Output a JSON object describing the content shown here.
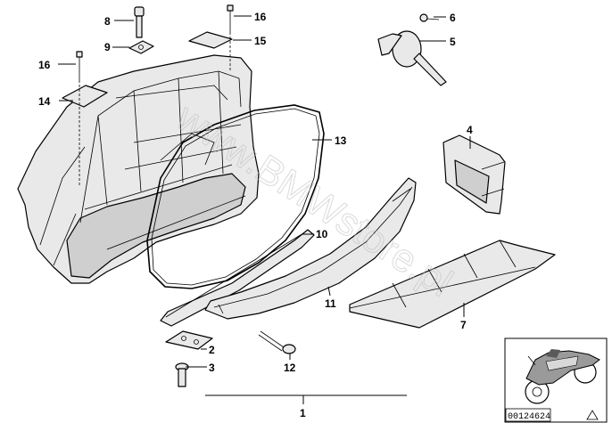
{
  "callouts": [
    {
      "id": "1",
      "text": "1"
    },
    {
      "id": "2",
      "text": "2"
    },
    {
      "id": "3",
      "text": "3"
    },
    {
      "id": "4",
      "text": "4"
    },
    {
      "id": "5",
      "text": "5"
    },
    {
      "id": "6",
      "text": "6"
    },
    {
      "id": "7",
      "text": "7"
    },
    {
      "id": "8",
      "text": "8"
    },
    {
      "id": "9",
      "text": "9"
    },
    {
      "id": "10",
      "text": "10"
    },
    {
      "id": "11",
      "text": "11"
    },
    {
      "id": "12",
      "text": "12"
    },
    {
      "id": "13",
      "text": "13"
    },
    {
      "id": "14",
      "text": "14"
    },
    {
      "id": "15",
      "text": "15"
    },
    {
      "id": "16a",
      "text": "16"
    },
    {
      "id": "16b",
      "text": "16"
    }
  ],
  "watermark": "www.BMWstore.pl",
  "thumbnail": {
    "code": "00124624",
    "icon": "motorcycle-silhouette",
    "corner_icon": "triangle-icon"
  }
}
